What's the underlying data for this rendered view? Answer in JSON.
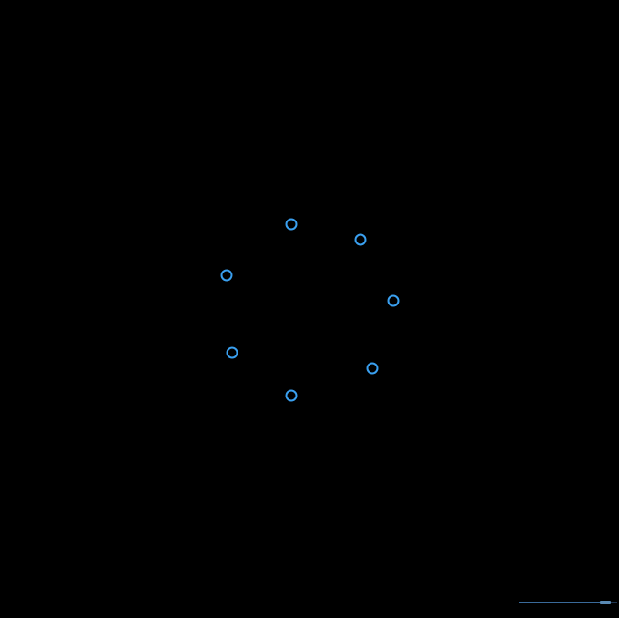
{
  "colors": {
    "background": "#000000",
    "ring_stroke": "#3aa0f0",
    "track": "#1f3550",
    "fill": "#3a6a9a",
    "knob": "#5a8ab4"
  },
  "targets": {
    "count": 7,
    "shape": "hollow-circle"
  },
  "progress": {
    "value": 0.88
  }
}
